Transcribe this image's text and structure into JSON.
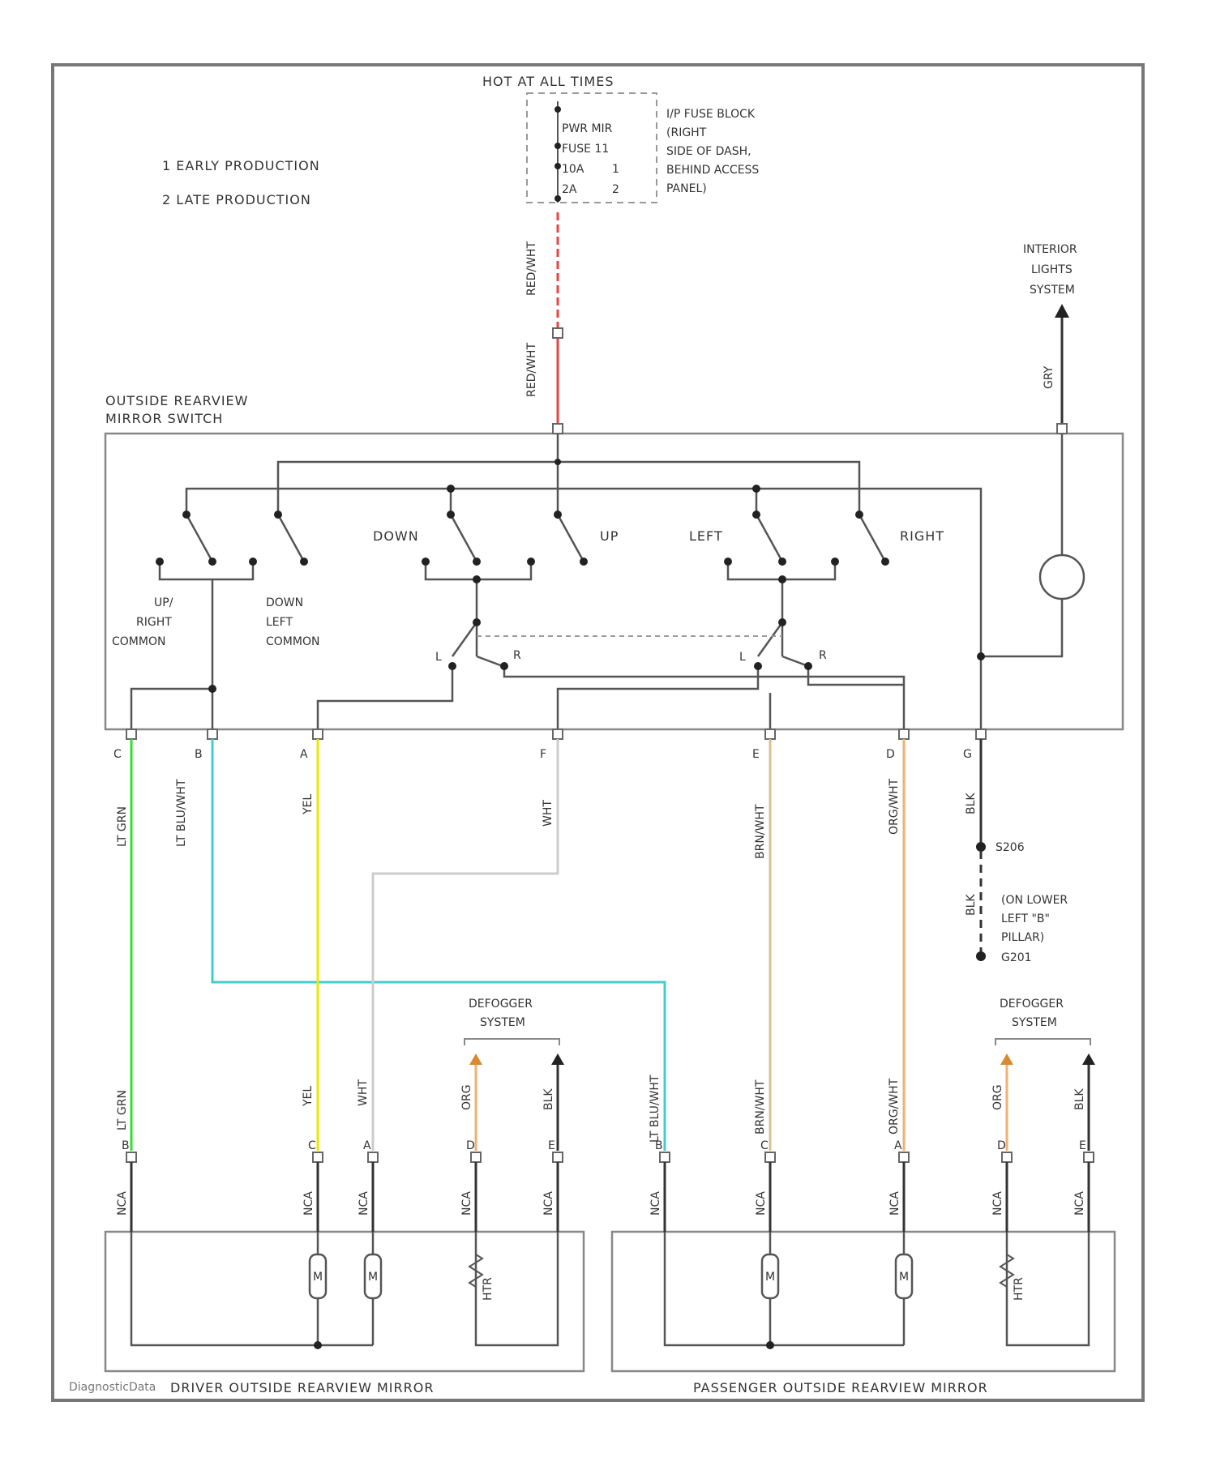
{
  "legend": {
    "items": [
      "1  EARLY PRODUCTION",
      "2  LATE PRODUCTION"
    ]
  },
  "power": {
    "hot_label": "HOT AT ALL TIMES",
    "fuse_lines": [
      "PWR MIR",
      "FUSE 11",
      "10A",
      "2A"
    ],
    "fuse_block_lines": [
      "I/P FUSE BLOCK",
      "(RIGHT",
      "SIDE OF DASH,",
      "BEHIND ACCESS",
      "PANEL)"
    ],
    "fuse_variant_marks": [
      "1",
      "2"
    ],
    "feed_wire_colors": [
      "RED/WHT",
      "RED/WHT"
    ]
  },
  "interior": {
    "label_lines": [
      "INTERIOR",
      "LIGHTS",
      "SYSTEM"
    ],
    "wire_color": "GRY"
  },
  "switch": {
    "title_lines": [
      "OUTSIDE REARVIEW",
      "MIRROR SWITCH"
    ],
    "labels": {
      "down": "DOWN",
      "up": "UP",
      "left": "LEFT",
      "right": "RIGHT",
      "up_right_common": [
        "UP/",
        "RIGHT",
        "COMMON"
      ],
      "down_left_common": [
        "DOWN",
        "LEFT",
        "COMMON"
      ],
      "selector_l": "L",
      "selector_r": "R"
    },
    "pins": [
      "C",
      "B",
      "A",
      "F",
      "E",
      "D",
      "G"
    ]
  },
  "wires_top": [
    {
      "label": "LT GRN",
      "color": "#33dd33"
    },
    {
      "label": "LT BLU/WHT",
      "color": "#44cccc"
    },
    {
      "label": "YEL",
      "color": "#e8e800"
    },
    {
      "label": "WHT",
      "color": "#cccccc"
    },
    {
      "label": "BRN/WHT",
      "color": "#d8c090"
    },
    {
      "label": "ORG/WHT",
      "color": "#f2b070"
    },
    {
      "label": "BLK",
      "color": "#333333"
    }
  ],
  "ground": {
    "splice": "S206",
    "wire": "BLK",
    "location_lines": [
      "(ON LOWER",
      "LEFT \"B\"",
      "PILLAR)"
    ],
    "ground_id": "G201"
  },
  "defogger": {
    "label_lines": [
      "DEFOGGER",
      "SYSTEM"
    ],
    "wire_colors": [
      "ORG",
      "BLK"
    ]
  },
  "mirrors": {
    "driver": {
      "title": "DRIVER OUTSIDE REARVIEW MIRROR",
      "wire_labels": [
        "LT GRN",
        "YEL",
        "WHT",
        "ORG",
        "BLK"
      ],
      "pins": [
        "B",
        "C",
        "A",
        "D",
        "E"
      ],
      "connector_label": "NCA",
      "motor_label": "M",
      "heater_label": "HTR"
    },
    "passenger": {
      "title": "PASSENGER OUTSIDE REARVIEW MIRROR",
      "wire_labels": [
        "LT BLU/WHT",
        "BRN/WHT",
        "ORG/WHT",
        "ORG",
        "BLK"
      ],
      "pins": [
        "B",
        "C",
        "A",
        "D",
        "E"
      ],
      "connector_label": "NCA",
      "motor_label": "M",
      "heater_label": "HTR"
    }
  },
  "watermark": "DiagnosticData",
  "colors": {
    "feed_red": "#e84444",
    "frame": "#777777"
  }
}
